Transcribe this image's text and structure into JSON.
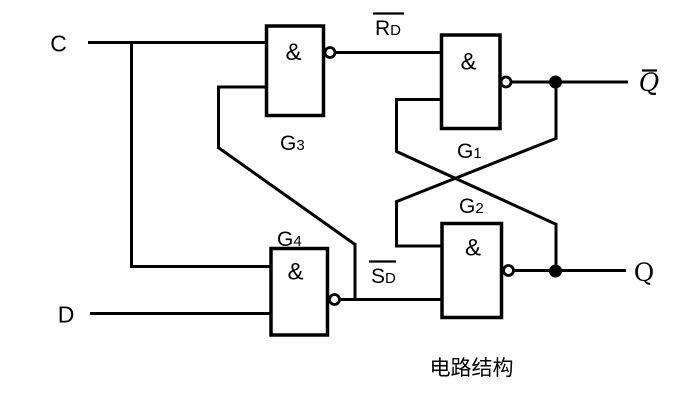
{
  "diagram": {
    "caption": "电路结构",
    "inputs": {
      "c": "C",
      "d": "D"
    },
    "outputs": {
      "q": "Q",
      "qbar": "Q"
    },
    "signals": {
      "rd": {
        "main": "R",
        "sub": "D"
      },
      "sd": {
        "main": "S",
        "sub": "D"
      }
    },
    "gates": {
      "g1": {
        "symbol": "&",
        "name": "G",
        "sub": "1"
      },
      "g2": {
        "symbol": "&",
        "name": "G",
        "sub": "2"
      },
      "g3": {
        "symbol": "&",
        "name": "G",
        "sub": "3"
      },
      "g4": {
        "symbol": "&",
        "name": "G",
        "sub": "4"
      }
    },
    "colors": {
      "line": "#000000",
      "background": "#ffffff",
      "text": "#000000"
    }
  }
}
